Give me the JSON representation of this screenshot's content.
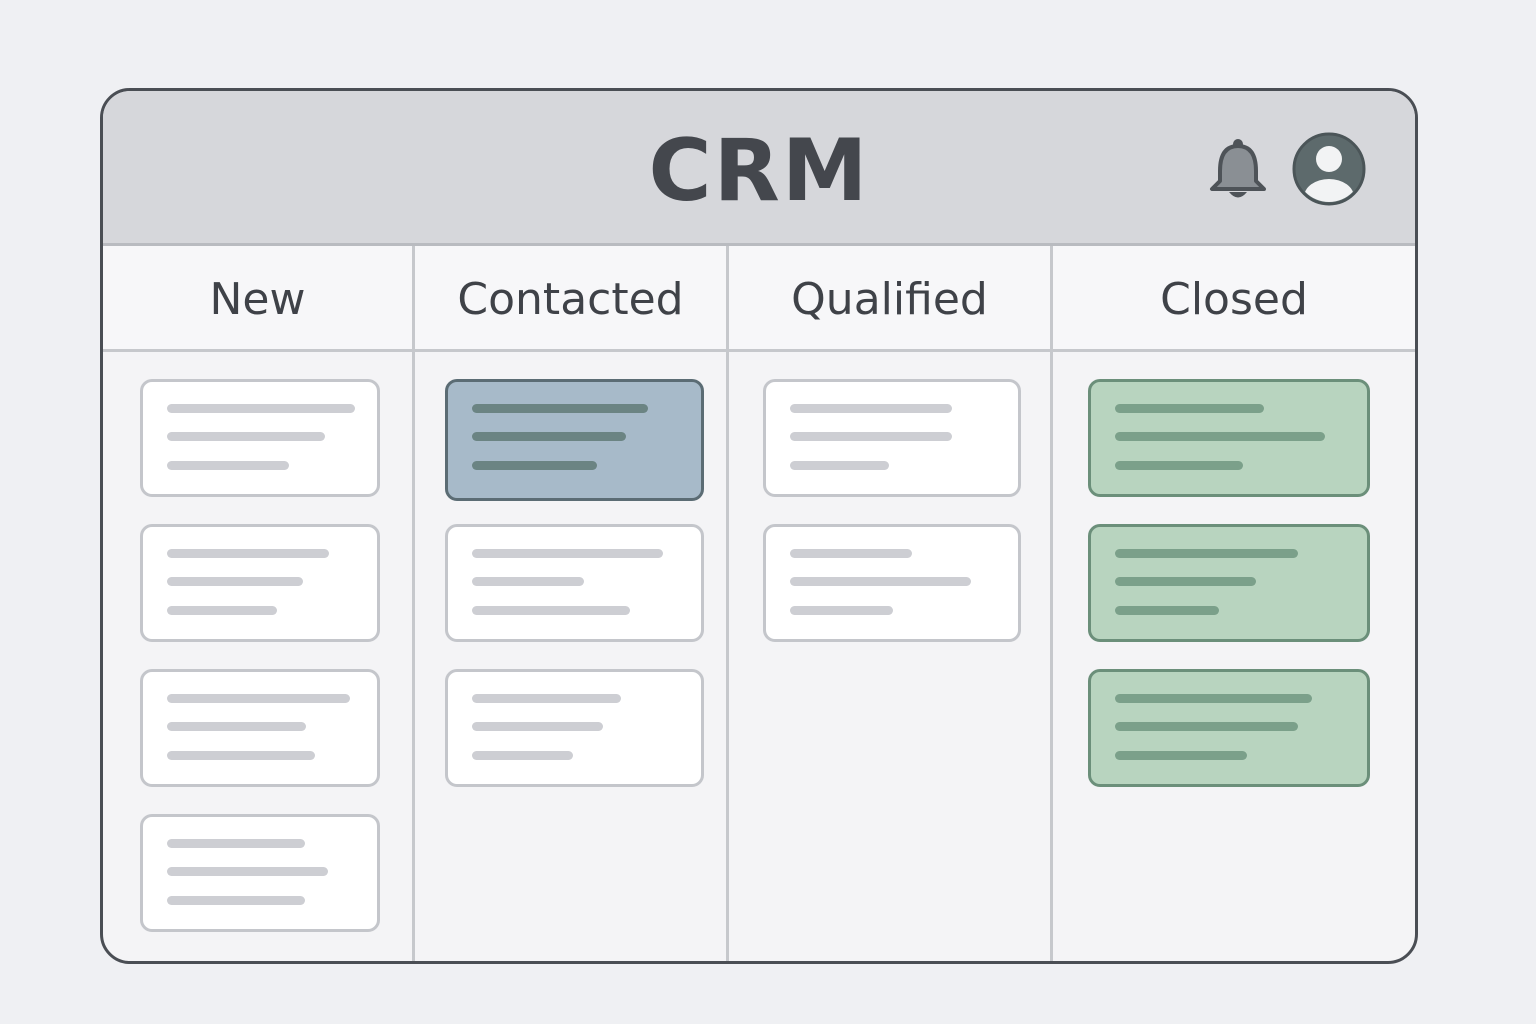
{
  "app": {
    "title": "CRM"
  },
  "icons": {
    "notifications": "bell-icon",
    "profile": "user-avatar-icon"
  },
  "colors": {
    "highlight_card": "#a7bac9",
    "closed_card": "#b8d4bf",
    "default_card": "#ffffff"
  },
  "board": {
    "columns": [
      {
        "label": "New",
        "cards": [
          {
            "style": "default"
          },
          {
            "style": "default"
          },
          {
            "style": "default"
          },
          {
            "style": "default"
          }
        ]
      },
      {
        "label": "Contacted",
        "cards": [
          {
            "style": "blue"
          },
          {
            "style": "default"
          },
          {
            "style": "default"
          }
        ]
      },
      {
        "label": "Qualified",
        "cards": [
          {
            "style": "default"
          },
          {
            "style": "default"
          }
        ]
      },
      {
        "label": "Closed",
        "cards": [
          {
            "style": "green"
          },
          {
            "style": "green"
          },
          {
            "style": "green"
          }
        ]
      }
    ]
  }
}
